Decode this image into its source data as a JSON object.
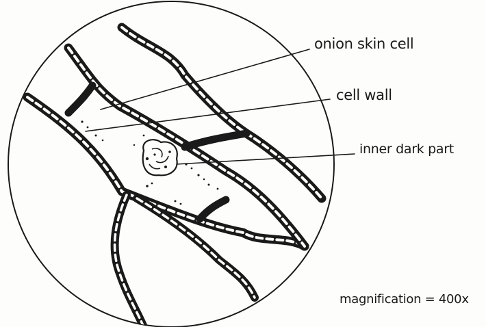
{
  "labels": {
    "onion_skin_cell": "onion skin cell",
    "cell_wall": "cell wall",
    "inner_dark_part": "inner dark part",
    "magnification": "magnification = 400x"
  },
  "colors": {
    "ink": "#1a1a1a",
    "paper": "#fdfdfb"
  }
}
